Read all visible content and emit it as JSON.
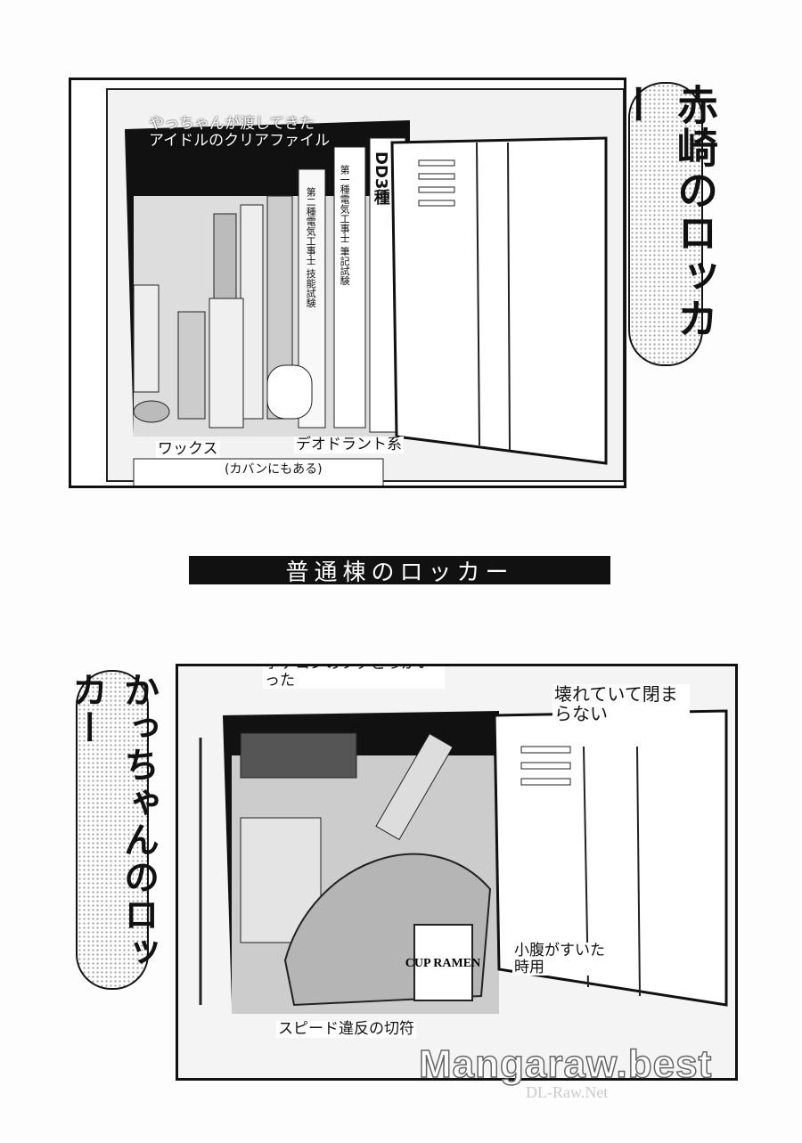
{
  "panel1": {
    "bubble": "赤崎のロッカー",
    "notes": {
      "clear_file": "やっちゃんが渡してきた\nアイドルのクリアファイル",
      "wax": "ワックス",
      "wax_sub": "(カバンにもある)",
      "deodorant": "デオドラント系"
    },
    "book_spines": [
      "DD3種",
      "第一種電気工事士 筆記試験",
      "第二種電気工事士 技能試験"
    ]
  },
  "banner": "普通棟のロッカー",
  "panel2": {
    "bubble": "かっちゃんのロッカー",
    "notes": {
      "calculator": "ポケコンのフタどっかいった",
      "door": "壊れていて閉まらない",
      "cup": "小腹がすいた時用",
      "ticket": "スピード違反の切符"
    },
    "cup_label": "CUP RAMEN"
  },
  "watermark": "Mangaraw.best",
  "watermark_sub": "DL-Raw.Net"
}
